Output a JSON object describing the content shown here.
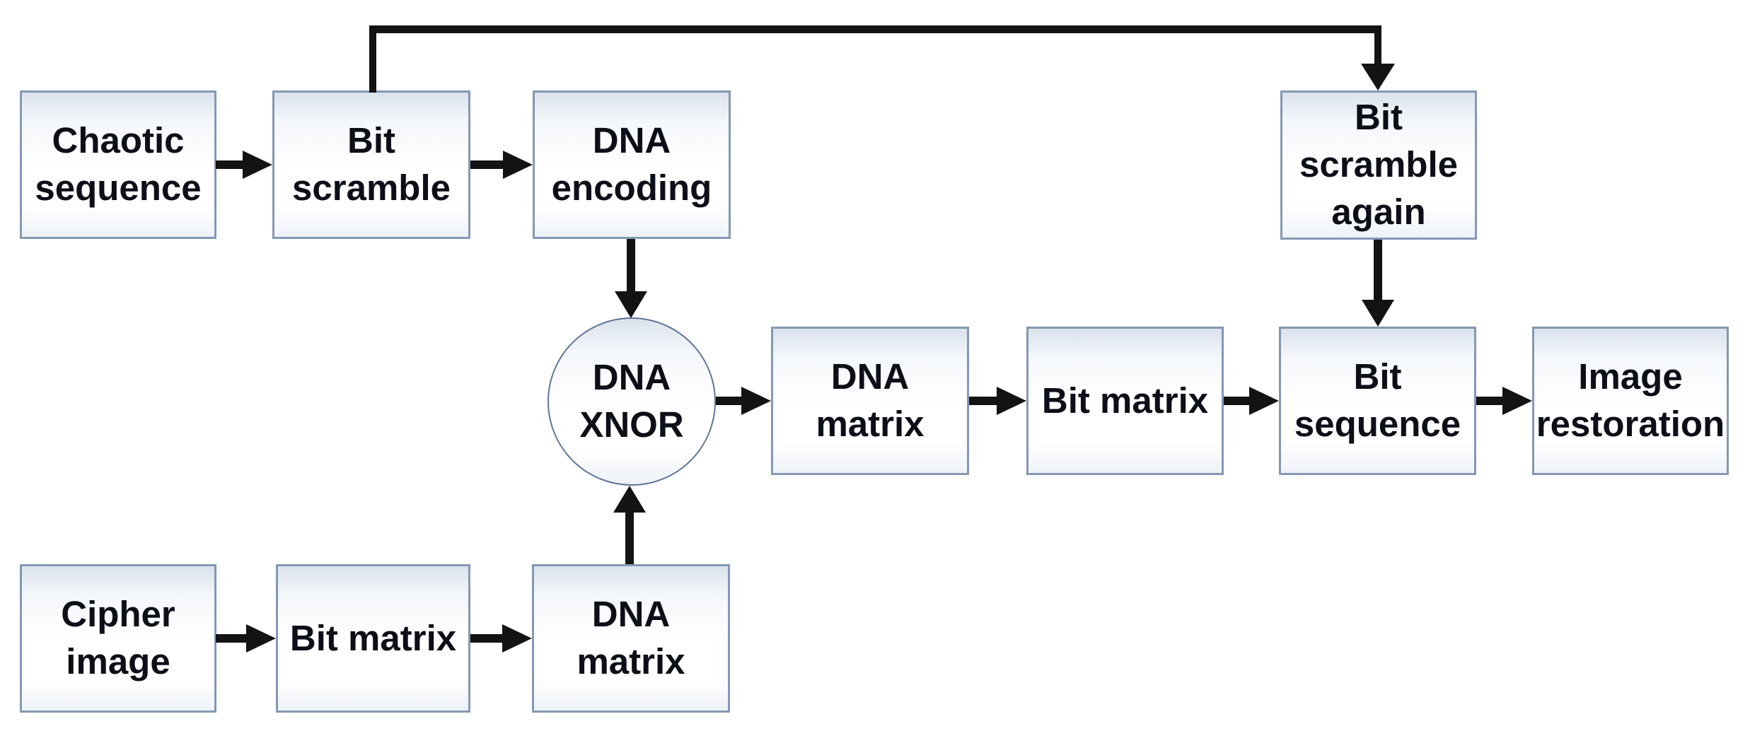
{
  "diagram_title": "",
  "colors": {
    "background": "#ffffff",
    "box_border": "#8399b3",
    "circle_border": "#5d7795",
    "box_gradient_top": "#dbe2ec",
    "box_gradient_bottom": "#eef2f8",
    "text": "#0c0f17",
    "arrow": "#131313"
  },
  "nodes": {
    "chaotic_sequence": {
      "label": "Chaotic\nsequence",
      "shape": "rect"
    },
    "bit_scramble": {
      "label": "Bit\nscramble",
      "shape": "rect"
    },
    "dna_encoding": {
      "label": "DNA\nencoding",
      "shape": "rect"
    },
    "bit_scramble_again": {
      "label": "Bit\nscramble\nagain",
      "shape": "rect"
    },
    "dna_xnor": {
      "label": "DNA\nXNOR",
      "shape": "circle"
    },
    "dna_matrix_mid": {
      "label": "DNA\nmatrix",
      "shape": "rect"
    },
    "bit_matrix_mid": {
      "label": "Bit matrix",
      "shape": "rect"
    },
    "bit_sequence": {
      "label": "Bit\nsequence",
      "shape": "rect"
    },
    "image_restoration": {
      "label": "Image\nrestoration",
      "shape": "rect"
    },
    "cipher_image": {
      "label": "Cipher\nimage",
      "shape": "rect"
    },
    "bit_matrix_bottom": {
      "label": "Bit matrix",
      "shape": "rect"
    },
    "dna_matrix_bottom": {
      "label": "DNA\nmatrix",
      "shape": "rect"
    }
  },
  "edges": [
    {
      "from": "chaotic_sequence",
      "to": "bit_scramble"
    },
    {
      "from": "bit_scramble",
      "to": "dna_encoding"
    },
    {
      "from": "bit_scramble",
      "to": "bit_scramble_again"
    },
    {
      "from": "dna_encoding",
      "to": "dna_xnor"
    },
    {
      "from": "cipher_image",
      "to": "bit_matrix_bottom"
    },
    {
      "from": "bit_matrix_bottom",
      "to": "dna_matrix_bottom"
    },
    {
      "from": "dna_matrix_bottom",
      "to": "dna_xnor"
    },
    {
      "from": "dna_xnor",
      "to": "dna_matrix_mid"
    },
    {
      "from": "dna_matrix_mid",
      "to": "bit_matrix_mid"
    },
    {
      "from": "bit_matrix_mid",
      "to": "bit_sequence"
    },
    {
      "from": "bit_scramble_again",
      "to": "bit_sequence"
    },
    {
      "from": "bit_sequence",
      "to": "image_restoration"
    }
  ]
}
